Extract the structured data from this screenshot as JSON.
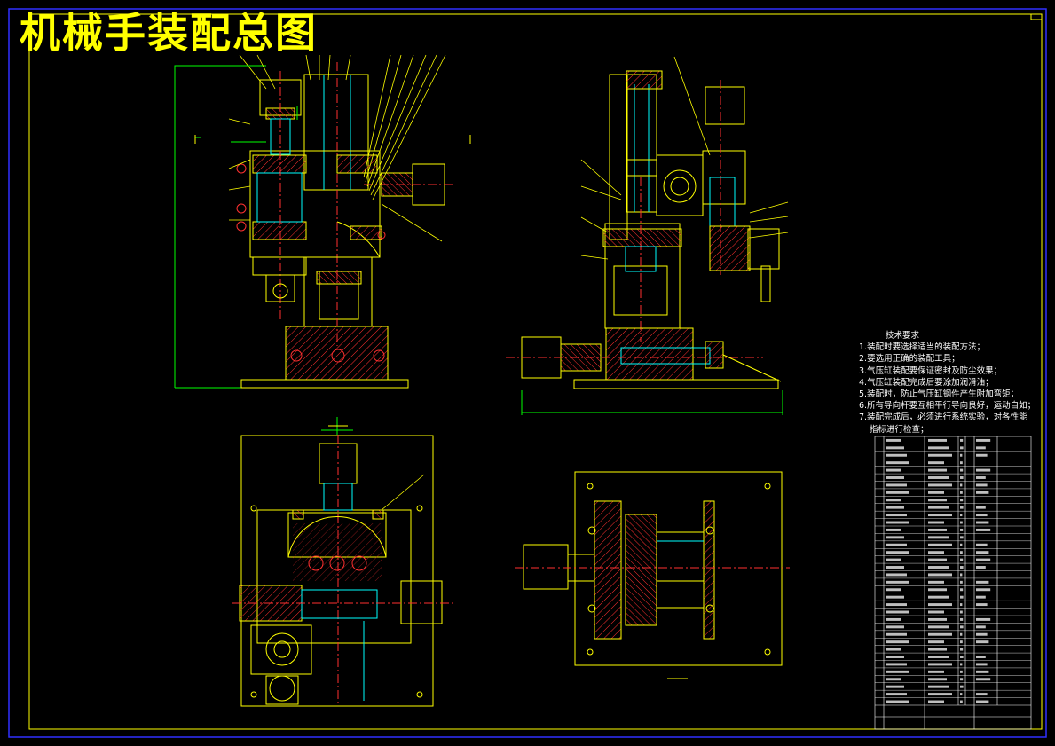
{
  "title": "机械手装配总图",
  "tech_requirements": {
    "heading": "技术要求",
    "items": [
      "1.装配时要选择适当的装配方法；",
      "2.要选用正确的装配工具；",
      "3.气压缸装配要保证密封及防尘效果；",
      "4.气压缸装配完成后要涂加润滑油；",
      "5.装配时，防止气压缸钢件产生附加弯矩；",
      "6.所有导向杆要互相平行导向良好，运动自如；",
      "7.装配完成后，必须进行系统实验，对各性能"
    ],
    "continuation": "指标进行检查；"
  },
  "colors": {
    "background": "#000000",
    "title": "#ffff00",
    "outline": "#ffff00",
    "hidden": "#00ffff",
    "center": "#ff0000",
    "dimension": "#00ff00",
    "hatch": "#ff0000",
    "border": "#0000ff",
    "text": "#ffffff"
  }
}
